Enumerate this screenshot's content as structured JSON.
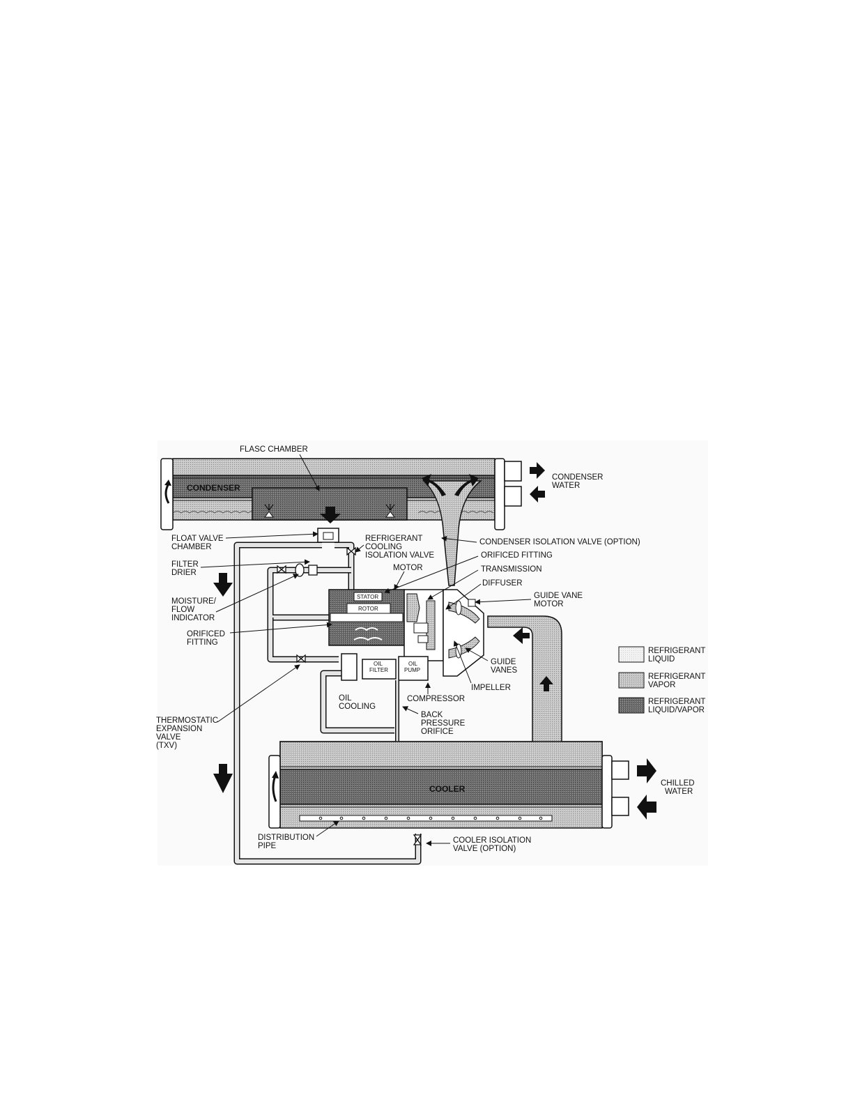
{
  "labels": {
    "flasc_chamber": "FLASC CHAMBER",
    "condenser": "CONDENSER",
    "condenser_water": [
      "CONDENSER",
      "WATER"
    ],
    "float_valve_chamber": [
      "FLOAT VALVE",
      "CHAMBER"
    ],
    "refrigerant_cooling_isolation_valve": [
      "REFRIGERANT",
      "COOLING",
      "ISOLATION VALVE"
    ],
    "condenser_isolation_valve": "CONDENSER ISOLATION VALVE (OPTION)",
    "filter_drier": [
      "FILTER",
      "DRIER"
    ],
    "orificed_fitting_top": "ORIFICED FITTING",
    "motor": "MOTOR",
    "transmission": "TRANSMISSION",
    "diffuser": "DIFFUSER",
    "moisture_flow_indicator": [
      "MOISTURE/",
      "FLOW",
      "INDICATOR"
    ],
    "guide_vane_motor": [
      "GUIDE VANE",
      "MOTOR"
    ],
    "stator": "STATOR",
    "rotor": "ROTOR",
    "orificed_fitting_left": [
      "ORIFICED",
      "FITTING"
    ],
    "guide_vanes": [
      "GUIDE",
      "VANES"
    ],
    "oil_filter": [
      "OIL",
      "FILTER"
    ],
    "oil_pump": [
      "OIL",
      "PUMP"
    ],
    "impeller": "IMPELLER",
    "oil_cooling": [
      "OIL",
      "COOLING"
    ],
    "compressor": "COMPRESSOR",
    "back_pressure_orifice": [
      "BACK",
      "PRESSURE",
      "ORIFICE"
    ],
    "thermostatic_expansion_valve": [
      "THERMOSTATIC",
      "EXPANSION",
      "VALVE",
      "(TXV)"
    ],
    "cooler": "COOLER",
    "chilled_water": [
      "CHILLED",
      "WATER"
    ],
    "distribution_pipe": [
      "DISTRIBUTION",
      "PIPE"
    ],
    "cooler_isolation_valve": [
      "COOLER ISOLATION",
      "VALVE (OPTION)"
    ]
  },
  "legend": [
    {
      "label": [
        "REFRIGERANT",
        "LIQUID"
      ],
      "pattern": "liquid"
    },
    {
      "label": [
        "REFRIGERANT",
        "VAPOR"
      ],
      "pattern": "vapor"
    },
    {
      "label": [
        "REFRIGERANT",
        "LIQUID/VAPOR"
      ],
      "pattern": "mixed"
    }
  ]
}
